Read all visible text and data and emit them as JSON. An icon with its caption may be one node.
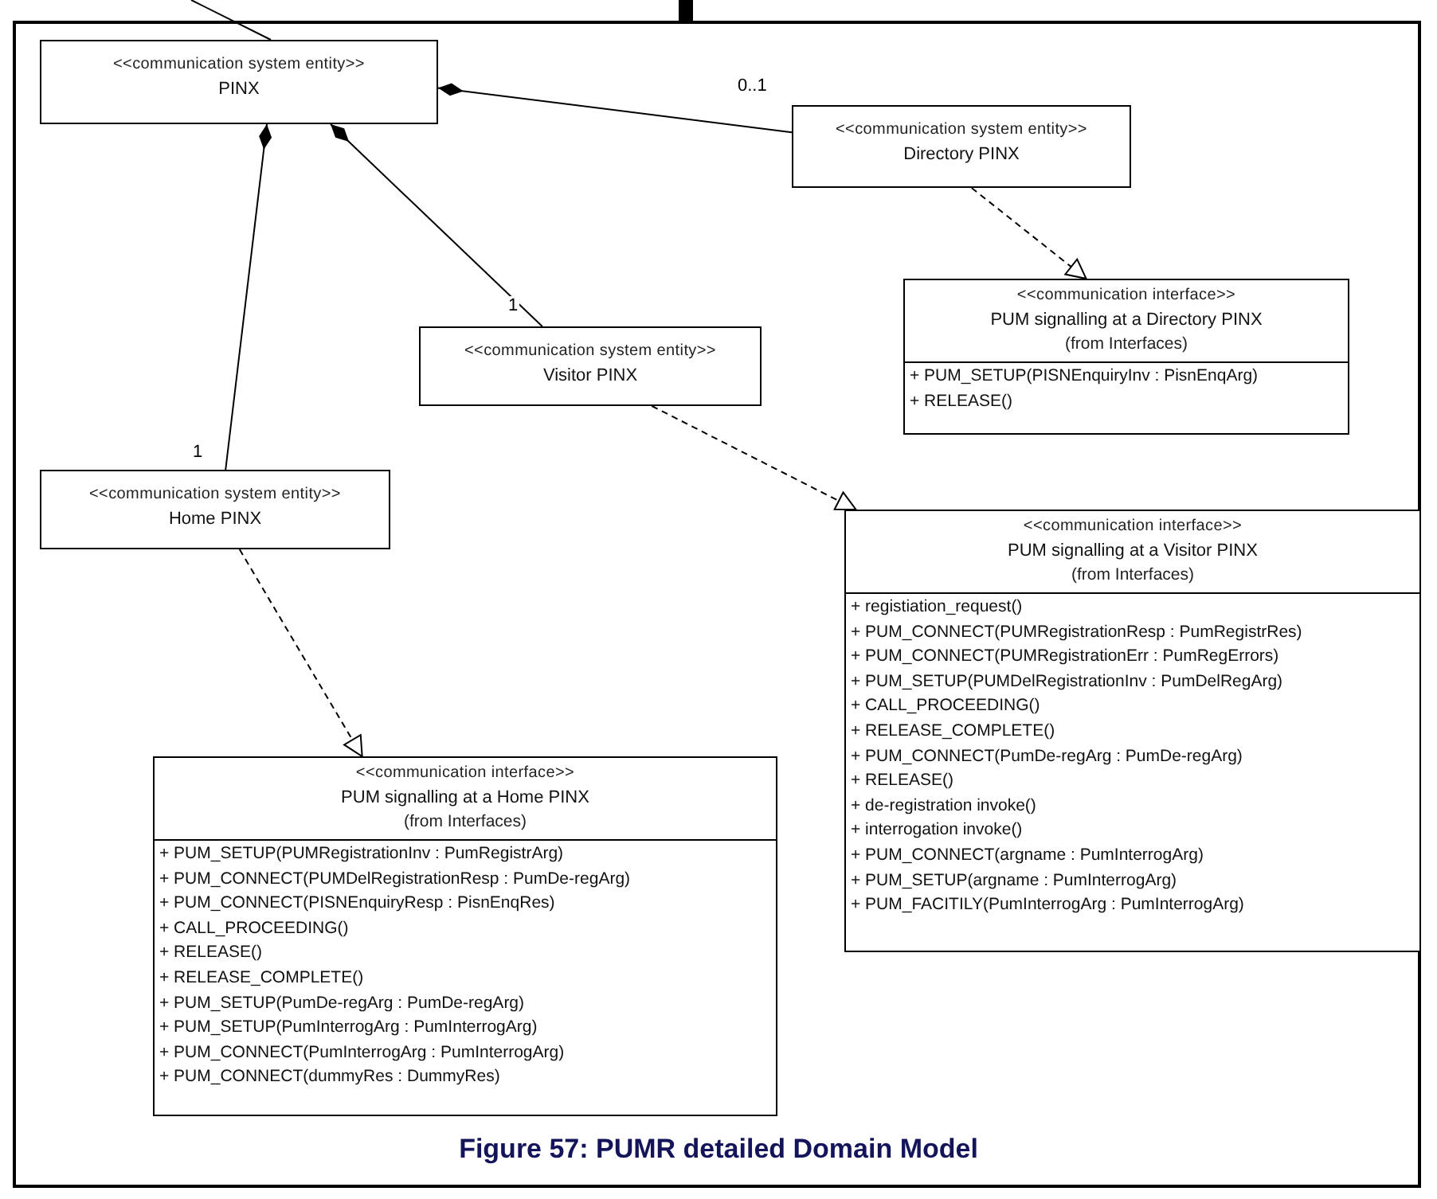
{
  "diagram": {
    "caption": "Figure 57: PUMR detailed Domain Model",
    "nodes": [
      {
        "text": [
          "<<communication system entity>>",
          "PINX"
        ]
      },
      {
        "text": [
          "<<communication system entity>>",
          "Directory PINX"
        ]
      },
      {
        "text": [
          "<<communication interface>>",
          "PUM signalling at a Directory PINX",
          "(from Interfaces)",
          "+ PUM_SETUP(PISNEnquiryInv : PisnEnqArg)",
          "+ RELEASE()"
        ]
      },
      {
        "text": [
          "<<communication system entity>>",
          "Visitor PINX"
        ]
      },
      {
        "text": [
          "<<communication system entity>>",
          "Home PINX"
        ]
      },
      {
        "text": [
          "<<communication interface>>",
          "PUM signalling at a Visitor PINX",
          "(from Interfaces)",
          "+ registiation_request()",
          "+ PUM_CONNECT(PUMRegistrationResp : PumRegistrRes)",
          "+ PUM_CONNECT(PUMRegistrationErr : PumRegErrors)",
          "+ PUM_SETUP(PUMDelRegistrationInv : PumDelRegArg)",
          "+ CALL_PROCEEDING()",
          "+ RELEASE_COMPLETE()",
          "+ PUM_CONNECT(PumDe-regArg : PumDe-regArg)",
          "+ RELEASE()",
          "+ de-registration invoke()",
          "+ interrogation invoke()",
          "+ PUM_CONNECT(argname : PumInterrogArg)",
          "+ PUM_SETUP(argname : PumInterrogArg)",
          "+ PUM_FACITILY(PumInterrogArg : PumInterrogArg)"
        ]
      },
      {
        "text": [
          "<<communication interface>>",
          "PUM signalling at a Home PINX",
          "(from Interfaces)",
          "+ PUM_SETUP(PUMRegistrationInv : PumRegistrArg)",
          "+ PUM_CONNECT(PUMDelRegistrationResp : PumDe-regArg)",
          "+ PUM_CONNECT(PISNEnquiryResp : PisnEnqRes)",
          "+ CALL_PROCEEDING()",
          "+ RELEASE()",
          "+ RELEASE_COMPLETE()",
          "+ PUM_SETUP(PumDe-regArg : PumDe-regArg)",
          "+ PUM_SETUP(PumInterrogArg : PumInterrogArg)",
          "+ PUM_CONNECT(PumInterrogArg : PumInterrogArg)",
          "+ PUM_CONNECT(dummyRes : DummyRes)"
        ]
      }
    ],
    "edges": [
      {
        "from": 0,
        "to": 1,
        "arrow": "other",
        "label": "0..1"
      },
      {
        "from": 0,
        "to": 4,
        "arrow": "other",
        "label": "1"
      },
      {
        "from": 0,
        "to": 3,
        "arrow": "other",
        "label": "1"
      },
      {
        "from": 1,
        "to": 2,
        "arrow": "to",
        "style": "dashed"
      },
      {
        "from": 3,
        "to": 5,
        "arrow": "to",
        "style": "dashed"
      },
      {
        "from": 4,
        "to": 6,
        "arrow": "to",
        "style": "dashed"
      },
      {
        "from": null,
        "to": 0,
        "arrow": "none"
      }
    ]
  }
}
